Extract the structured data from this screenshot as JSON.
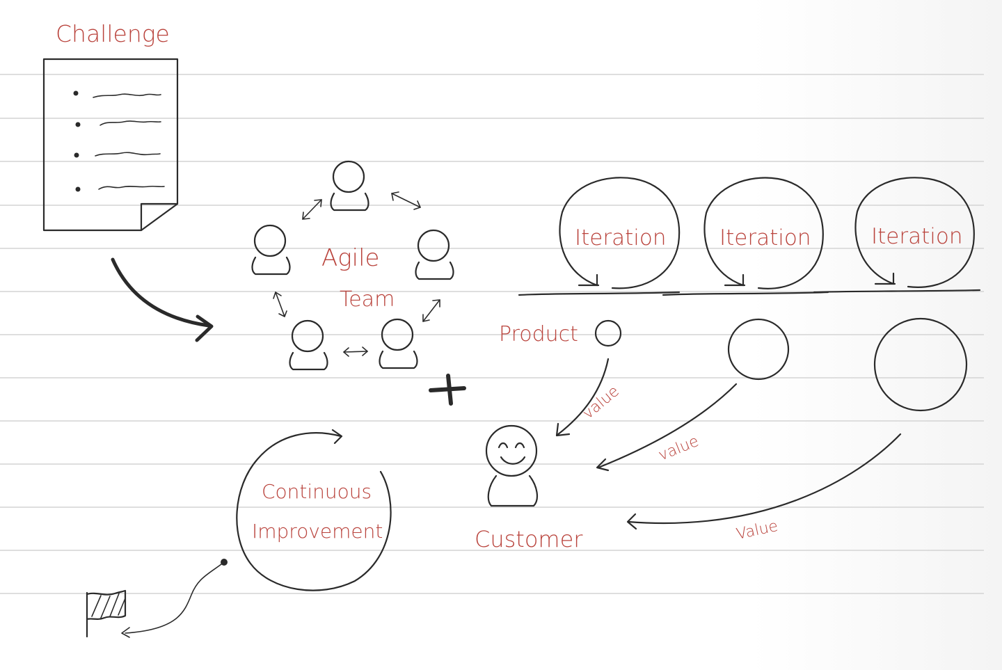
{
  "labels": {
    "challenge": "Challenge",
    "agile": "Agile",
    "team": "Team",
    "iterations": [
      "Iteration",
      "Iteration",
      "Iteration"
    ],
    "product": "Product",
    "value_1": "value",
    "value_2": "value",
    "value_3": "Value",
    "customer": "Customer",
    "continuous": "Continuous",
    "improvement": "Improvement"
  },
  "colors": {
    "ink": "#2a2a2a",
    "label_red": "#b9423b",
    "ruled_line": "#d4d4d4"
  }
}
